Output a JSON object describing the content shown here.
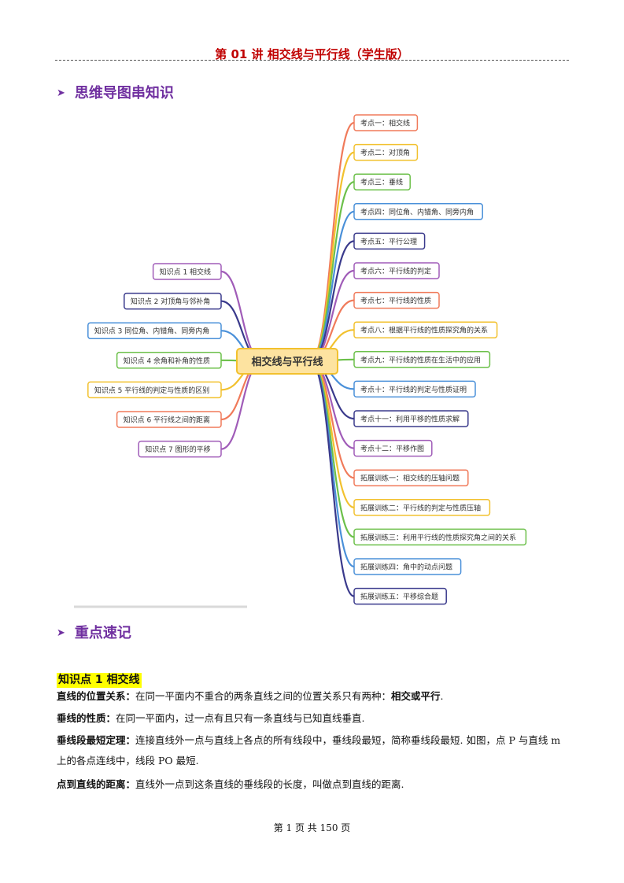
{
  "header": {
    "title": "第 01 讲  相交线与平行线（学生版）"
  },
  "sections": {
    "mindmap_heading": "思维导图串知识",
    "key_heading": "重点速记"
  },
  "mindmap": {
    "center": "相交线与平行线",
    "left_nodes": [
      {
        "label": "知识点 1 相交线",
        "color": "#a05cb8"
      },
      {
        "label": "知识点 2 对顶角与邻补角",
        "color": "#3a3a8c"
      },
      {
        "label": "知识点 3 同位角、内错角、同旁内角",
        "color": "#4a90d9"
      },
      {
        "label": "知识点 4 余角和补角的性质",
        "color": "#6cc04a"
      },
      {
        "label": "知识点 5 平行线的判定与性质的区别",
        "color": "#f2c12e"
      },
      {
        "label": "知识点 6 平行线之间的距离",
        "color": "#f07a5a"
      },
      {
        "label": "知识点 7 图形的平移",
        "color": "#a05cb8"
      }
    ],
    "right_nodes": [
      {
        "label": "考点一：相交线",
        "color": "#f07a5a"
      },
      {
        "label": "考点二：对顶角",
        "color": "#f2c12e"
      },
      {
        "label": "考点三：垂线",
        "color": "#6cc04a"
      },
      {
        "label": "考点四：同位角、内错角、同旁内角",
        "color": "#4a90d9"
      },
      {
        "label": "考点五：平行公理",
        "color": "#3a3a8c"
      },
      {
        "label": "考点六：平行线的判定",
        "color": "#a05cb8"
      },
      {
        "label": "考点七：平行线的性质",
        "color": "#f07a5a"
      },
      {
        "label": "考点八：根据平行线的性质探究角的关系",
        "color": "#f2c12e"
      },
      {
        "label": "考点九：平行线的性质在生活中的应用",
        "color": "#6cc04a"
      },
      {
        "label": "考点十：平行线的判定与性质证明",
        "color": "#4a90d9"
      },
      {
        "label": "考点十一：利用平移的性质求解",
        "color": "#3a3a8c"
      },
      {
        "label": "考点十二：平移作图",
        "color": "#a05cb8"
      },
      {
        "label": "拓展训练一：相交线的压轴问题",
        "color": "#f07a5a"
      },
      {
        "label": "拓展训练二：平行线的判定与性质压轴",
        "color": "#f2c12e"
      },
      {
        "label": "拓展训练三：利用平行线的性质探究角之间的关系",
        "color": "#6cc04a"
      },
      {
        "label": "拓展训练四：角中的动点问题",
        "color": "#4a90d9"
      },
      {
        "label": "拓展训练五：平移综合题",
        "color": "#3a3a8c"
      }
    ]
  },
  "knowledge_point": {
    "heading": "知识点  1  相交线",
    "p1_term": "直线的位置关系：",
    "p1_text": "在同一平面内不重合的两条直线之间的位置关系只有两种：",
    "p1_bold": "相交或平行",
    "p1_end": ".",
    "p2_term": "垂线的性质：",
    "p2_text": "在同一平面内，过一点有且只有一条直线与已知直线垂直.",
    "p3_term": "垂线段最短定理：",
    "p3_text": "连接直线外一点与直线上各点的所有线段中，垂线段最短，简称垂线段最短. 如图，点 P 与直线 m 上的各点连线中，线段 PO 最短.",
    "p4_term": "点到直线的距离：",
    "p4_text": "直线外一点到这条直线的垂线段的长度，叫做点到直线的距离."
  },
  "footer": {
    "page": "第  1  页  共  150  页"
  }
}
